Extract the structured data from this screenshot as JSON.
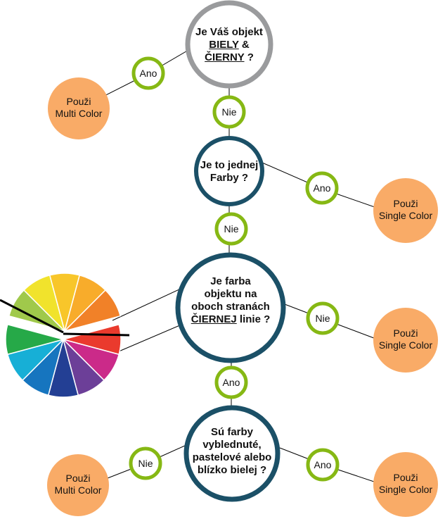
{
  "colors": {
    "grey_ring": "#9a9b9d",
    "navy_ring": "#1b5067",
    "green_ring": "#86b814",
    "orange_fill": "#f9ab67",
    "line": "#000000"
  },
  "q1": {
    "line1": "Je Váš objekt",
    "w_biely": "BIELY",
    "amp": " &",
    "w_cierny": "ČIERNY",
    "qmark": " ?"
  },
  "q2": {
    "line1": "Je to jednej",
    "line2": "Farby ?"
  },
  "q3": {
    "line1": "Je farba",
    "line2": "objektu na",
    "line3": "oboch stranách",
    "w_ciernej": "ČIERNEJ",
    "rest": " linie ?"
  },
  "q4": {
    "line1": "Sú farby",
    "line2": "vyblednuté,",
    "line3": "pastelové alebo",
    "line4": "blízko bielej ?"
  },
  "answers": {
    "q1_yes": "Ano",
    "q1_no": "Nie",
    "q2_yes": "Ano",
    "q2_no": "Nie",
    "q3_no": "Nie",
    "q3_yes": "Ano",
    "q4_no": "Nie",
    "q4_yes": "Ano"
  },
  "results": {
    "multi_top": {
      "line1": "Použi",
      "line2": "Multi Color"
    },
    "single_q2": {
      "line1": "Použi",
      "line2": "Single Color"
    },
    "single_q3": {
      "line1": "Použi",
      "line2": "Single Color"
    },
    "multi_bottom": {
      "line1": "Použi",
      "line2": "Multi Color"
    },
    "single_bottom": {
      "line1": "Použi",
      "line2": "Single Color"
    }
  },
  "color_wheel": {
    "segments": [
      "#a0c94b",
      "#f1e32c",
      "#f8c62a",
      "#f8ac2b",
      "#f18128",
      "#ea3a2d",
      "#cb2a89",
      "#6c3f98",
      "#233f94",
      "#1675bf",
      "#17afd6",
      "#26a948"
    ]
  }
}
